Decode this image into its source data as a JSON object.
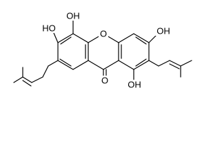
{
  "molecule": {
    "labels": {
      "ring_oxygen": "O",
      "carbonyl_oxygen": "O",
      "hydroxyl_top_left": "OH",
      "hydroxyl_left": "HO",
      "hydroxyl_right": "OH",
      "hydroxyl_bottom": "OH"
    },
    "colors": {
      "bond": "#000000",
      "text": "#000000",
      "background": "#ffffff"
    }
  }
}
